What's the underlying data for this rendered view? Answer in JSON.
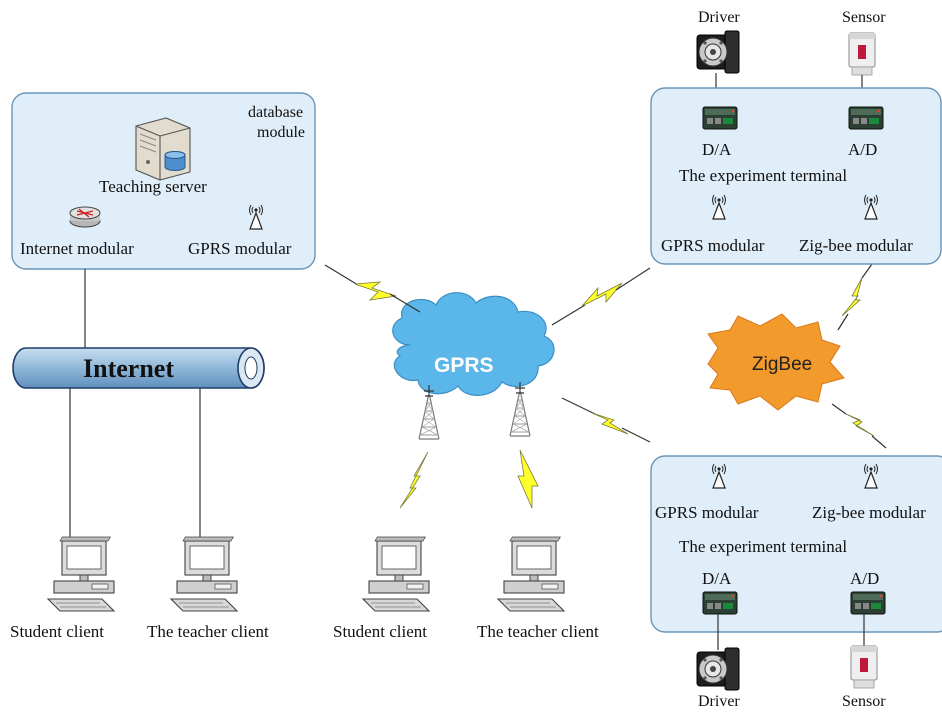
{
  "server_box": {
    "database_line1": "database",
    "database_line2": "module",
    "teaching_server": "Teaching server",
    "internet_modular": "Internet modular",
    "gprs_modular": "GPRS modular"
  },
  "internet_label": "Internet",
  "gprs_label": "GPRS",
  "zigbee_label": "ZigBee",
  "terminal_top": {
    "driver": "Driver",
    "sensor": "Sensor",
    "da": "D/A",
    "ad": "A/D",
    "title": "The experiment terminal",
    "gprs_modular": "GPRS modular",
    "zigbee_modular": "Zig-bee modular"
  },
  "terminal_bottom": {
    "gprs_modular": "GPRS modular",
    "zigbee_modular": "Zig-bee modular",
    "title": "The experiment terminal",
    "da": "D/A",
    "ad": "A/D",
    "driver": "Driver",
    "sensor": "Sensor"
  },
  "clients": {
    "c1": "Student client",
    "c2": "The teacher client",
    "c3": "Student client",
    "c4": "The teacher client"
  },
  "colors": {
    "panel_fill": "#dfeef8",
    "panel_border": "#6a95b9",
    "cloud": "#58b6ec",
    "zigbee_star": "#f39a2c",
    "lightning": "#ffff2a"
  }
}
